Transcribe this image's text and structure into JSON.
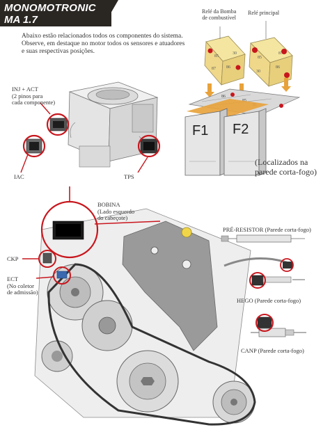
{
  "title": {
    "line1": "MONOMOTRONIC",
    "line2": "MA 1.7"
  },
  "intro": "Abaixo estão relacionados todos os componentes do sistema. Observe, em destaque no motor todos os sensores e atuadores e suas respectivas posições.",
  "relays": {
    "pump_label": "Relé da Bomba\nde combustível",
    "main_label": "Relé principal",
    "fuse1": "F1",
    "fuse2": "F2",
    "location_note": "(Localizados na\nparede corta-fogo)"
  },
  "labels": {
    "inj_act": "INJ + ACT\n(2 pinos para\ncada componente)",
    "iac": "IAC",
    "tps": "TPS",
    "bobina": "BOBINA\n(Lado esquerdo\ndo cabeçote)",
    "ckp": "CKP",
    "ect": "ECT\n(No coletor\nde admissão)",
    "pre_resistor": "PRÉ-RESISTOR (Parede corta-fogo)",
    "hego": "HEGO (Parede corta-fogo)",
    "canp": "CANP (Parede corta-fogo)"
  },
  "colors": {
    "title_bg": "#2a2622",
    "callout_red": "#c8161d",
    "relay_yellow": "#f4e6a0",
    "arrow_orange": "#e8a23a"
  }
}
